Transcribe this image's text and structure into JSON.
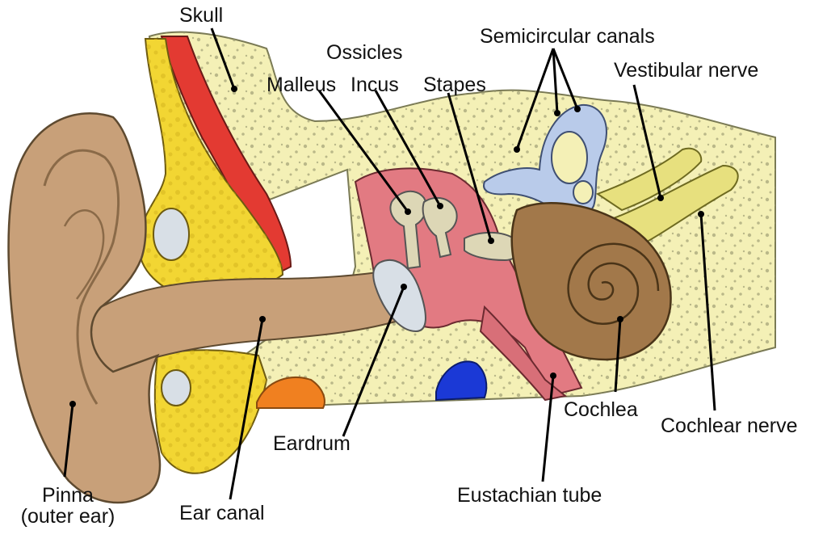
{
  "labels": {
    "skull": "Skull",
    "ossicles": "Ossicles",
    "semicircular_canals": "Semicircular canals",
    "malleus": "Malleus",
    "incus": "Incus",
    "stapes": "Stapes",
    "vestibular_nerve": "Vestibular nerve",
    "eardrum": "Eardrum",
    "cochlea": "Cochlea",
    "cochlear_nerve": "Cochlear nerve",
    "pinna_line1": "Pinna",
    "pinna_line2": "(outer ear)",
    "ear_canal": "Ear canal",
    "eustachian_tube": "Eustachian tube"
  },
  "colors": {
    "bone": "#f4f0b6",
    "bone_spots": "#9a9a70",
    "skin": "#c8a079",
    "skin_dark": "#8a6a48",
    "cartilage": "#f2d633",
    "muscle": "#e33a32",
    "middle_ear": "#e27a82",
    "ossicle": "#ddd7b6",
    "canals": "#b9cbea",
    "cochlea": "#a2784a",
    "nerve": "#e7e07e",
    "vein": "#1b39d6",
    "gland": "#f08020"
  }
}
